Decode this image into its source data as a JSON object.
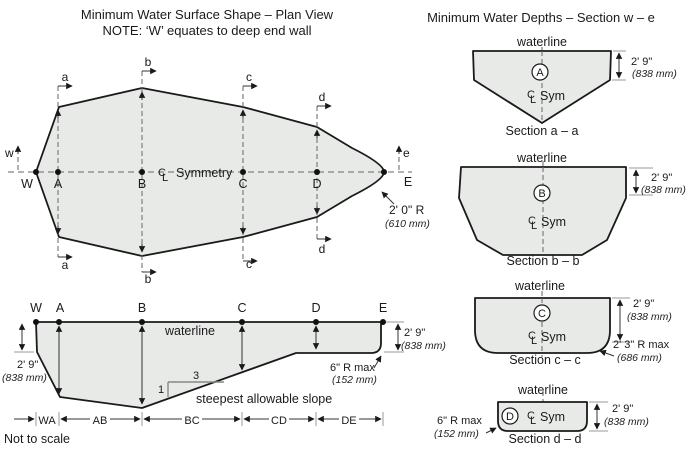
{
  "plan_view": {
    "title": "Minimum Water Surface Shape – Plan View",
    "note": "NOTE: ‘W’ equates to deep end wall",
    "stations": [
      "W",
      "A",
      "B",
      "C",
      "D",
      "E"
    ],
    "cut_a": "a",
    "cut_b": "b",
    "cut_c": "c",
    "cut_d": "d",
    "axis_w": "w",
    "axis_e": "e",
    "cl_c": "C",
    "cl_l": "L",
    "symmetry_label": "Symmetry",
    "end_radius": "2' 0\" R",
    "end_radius_metric": "(610 mm)"
  },
  "profile_view": {
    "stations": [
      "W",
      "A",
      "B",
      "C",
      "D",
      "E"
    ],
    "waterline_label": "waterline",
    "left_depth": "2' 9\"",
    "left_depth_metric": "(838 mm)",
    "right_depth": "2' 9\"",
    "right_depth_metric": "(838 mm)",
    "corner_radius": "6\" R max",
    "corner_radius_metric": "(152 mm)",
    "slope_rise": "1",
    "slope_run": "3",
    "slope_label": "steepest allowable slope",
    "segments": [
      "WA",
      "AB",
      "BC",
      "CD",
      "DE"
    ],
    "scale_note": "Not to scale"
  },
  "sections_view": {
    "title": "Minimum Water Depths – Section w – e",
    "waterline_label": "waterline",
    "cl_c": "C",
    "cl_l": "L",
    "sym_label": "Sym",
    "sections": [
      {
        "letter": "A",
        "caption": "Section a – a",
        "depth": "2' 9\"",
        "depth_metric": "(838 mm)"
      },
      {
        "letter": "B",
        "caption": "Section b – b",
        "depth": "2' 9\"",
        "depth_metric": "(838 mm)"
      },
      {
        "letter": "C",
        "caption": "Section c – c",
        "depth": "2' 9\"",
        "depth_metric": "(838 mm)",
        "radius": "2' 3\" R max",
        "radius_metric": "(686 mm)"
      },
      {
        "letter": "D",
        "caption": "Section d – d",
        "depth": "2' 9\"",
        "depth_metric": "(838 mm)",
        "radius": "6\" R max",
        "radius_metric": "(152 mm)"
      }
    ]
  },
  "colors": {
    "pool_fill": "#e8eae8",
    "outline": "#1a1a1a",
    "dimension": "#999999"
  }
}
